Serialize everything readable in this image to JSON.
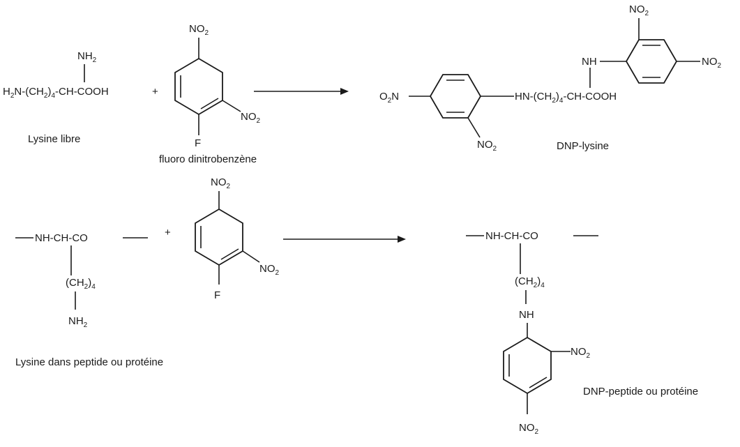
{
  "reaction1": {
    "lysine_formula": {
      "amine_top": "NH",
      "amine_top_sub": "2",
      "left_part1": "H",
      "left_part1_sub": "2",
      "left_part2": "N-(CH",
      "left_part2_sub": "2",
      "left_part3": ")",
      "left_part3_sub": "4",
      "left_part4": "-CH-COOH"
    },
    "plus": "+",
    "reagent": {
      "no2_top": "NO",
      "no2_top_sub": "2",
      "no2_side": "NO",
      "no2_side_sub": "2",
      "fluoro": "F"
    },
    "product": {
      "o2n_left": "O",
      "o2n_left_sub": "2",
      "o2n_left_end": "N",
      "no2_bottom": "NO",
      "no2_bottom_sub": "2",
      "chain1": "HN-(CH",
      "chain1_sub": "2",
      "chain2": ")",
      "chain2_sub": "4",
      "chain3": "-CH-COOH",
      "nh": "NH",
      "no2_top": "NO",
      "no2_top_sub": "2",
      "no2_right": "NO",
      "no2_right_sub": "2"
    },
    "captions": {
      "lysine": "Lysine libre",
      "reagent": "fluoro dinitrobenzène",
      "product": "DNP-lysine"
    }
  },
  "reaction2": {
    "peptide": {
      "backbone": "NH-CH-CO",
      "ch2": "(CH",
      "ch2_sub": "2",
      "ch2_close": ")",
      "ch2_count": "4",
      "nh2": "NH",
      "nh2_sub": "2"
    },
    "plus": "+",
    "reagent": {
      "no2_top": "NO",
      "no2_top_sub": "2",
      "no2_side": "NO",
      "no2_side_sub": "2",
      "fluoro": "F"
    },
    "product": {
      "backbone": "NH-CH-CO",
      "ch2": "(CH",
      "ch2_sub": "2",
      "ch2_close": ")",
      "ch2_count": "4",
      "nh": "NH",
      "no2_side": "NO",
      "no2_side_sub": "2",
      "no2_bottom": "NO",
      "no2_bottom_sub": "2"
    },
    "captions": {
      "peptide": "Lysine dans peptide ou protéine",
      "product": "DNP-peptide ou protéine"
    }
  }
}
